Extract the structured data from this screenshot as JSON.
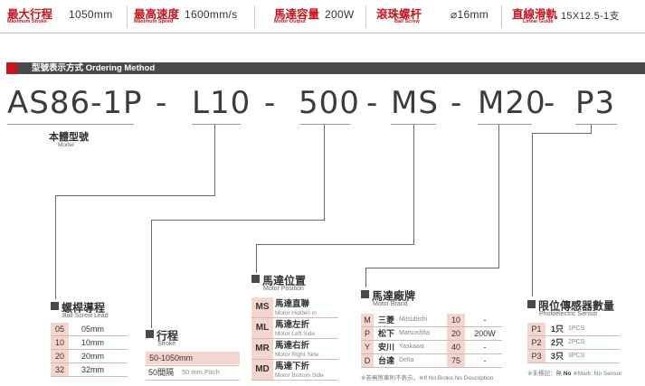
{
  "specs": [
    {
      "title_zh": "最大行程",
      "title_en": "Maximum Stroke",
      "value": "1050mm"
    },
    {
      "title_zh": "最高速度",
      "title_en": "Maximum Speed",
      "value": "1600mm/s"
    },
    {
      "title_zh": "馬達容量",
      "title_en": "Motor Output",
      "value": "200W"
    },
    {
      "title_zh": "滾珠螺杆",
      "title_en": "Ball Screw",
      "value": "⌀16mm"
    },
    {
      "title_zh": "直線滑軌",
      "title_en": "Linear Guide",
      "value": "15X12.5-1支"
    }
  ],
  "section": {
    "title": "型號表示方式 Ordering Method"
  },
  "code": {
    "parts": [
      "AS86-1P",
      "L10",
      "500",
      "MS",
      "M20",
      "P3"
    ],
    "dashes": [
      "-",
      "-",
      "-",
      "-",
      "-"
    ]
  },
  "model": {
    "label_zh": "本體型號",
    "label_en": "Model"
  },
  "lead": {
    "title_zh": "螺桿導程",
    "title_en": "Ball Screw Lead",
    "rows": [
      {
        "code": "05",
        "value": "05mm"
      },
      {
        "code": "10",
        "value": "10mm"
      },
      {
        "code": "20",
        "value": "20mm"
      },
      {
        "code": "32",
        "value": "32mm"
      }
    ]
  },
  "stroke": {
    "title_zh": "行程",
    "title_en": "Stroke",
    "rows": [
      {
        "value": "50-1050mm",
        "note": ""
      },
      {
        "value": "50間隔",
        "note": "50 mm Pitch"
      }
    ]
  },
  "position": {
    "title_zh": "馬達位置",
    "title_en": "Motor Position",
    "rows": [
      {
        "code": "MS",
        "zh": "馬達直聯",
        "en": "Motor Hidden in"
      },
      {
        "code": "ML",
        "zh": "馬達左折",
        "en": "Motor Left Side"
      },
      {
        "code": "MR",
        "zh": "馬達右折",
        "en": "Motor Right Side"
      },
      {
        "code": "MD",
        "zh": "馬達下折",
        "en": "Motor Bottom Side"
      }
    ]
  },
  "brand": {
    "title_zh": "馬達廠牌",
    "title_en": "Motor Brand",
    "rows": [
      {
        "code": "M",
        "zh": "三菱",
        "en": "Mitsubishi",
        "num": "10",
        "watt": "-"
      },
      {
        "code": "P",
        "zh": "松下",
        "en": "Matsushita",
        "num": "20",
        "watt": "200W"
      },
      {
        "code": "Y",
        "zh": "安川",
        "en": "Yaskawa",
        "num": "40",
        "watt": "-"
      },
      {
        "code": "D",
        "zh": "台達",
        "en": "Delta",
        "num": "75",
        "watt": "-"
      }
    ],
    "note": "※若無煞車則不表示。※If No Broke,No Description."
  },
  "sensor": {
    "title_zh": "限位傳感器數量",
    "title_en": "Photoelectric Sensor",
    "rows": [
      {
        "code": "P1",
        "zh": "1只",
        "en": "1PCS"
      },
      {
        "code": "P2",
        "zh": "2只",
        "en": "2PCS"
      },
      {
        "code": "P3",
        "zh": "3只",
        "en": "3PCS"
      }
    ],
    "note_zh": "※未標記：無",
    "note_no": "No",
    "note_en": "※Mark: No Sensor"
  }
}
